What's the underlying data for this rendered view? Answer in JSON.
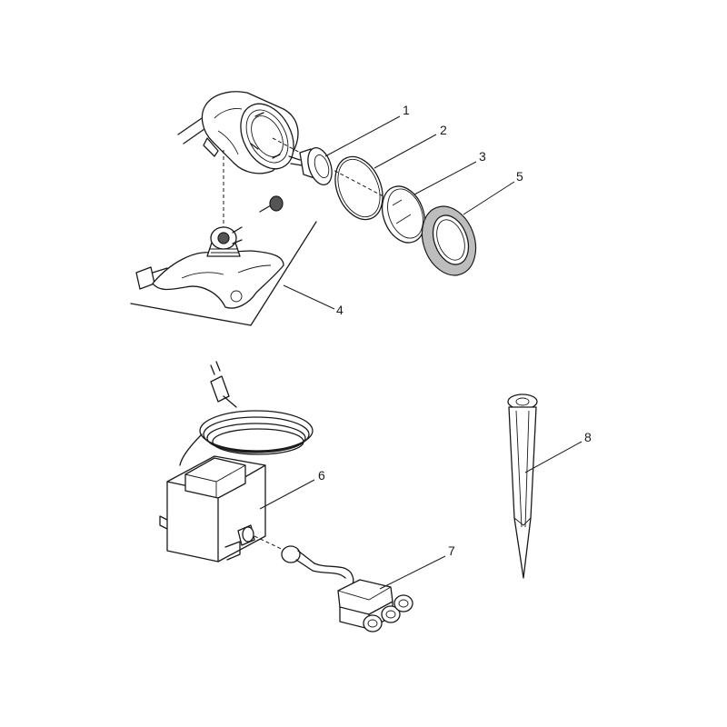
{
  "callouts": {
    "c1": "1",
    "c2": "2",
    "c3": "3",
    "c4": "4",
    "c5": "5",
    "c6": "6",
    "c7": "7",
    "c8": "8"
  },
  "parts": [
    {
      "id": "1",
      "icon": "lamp-bulb-icon"
    },
    {
      "id": "2",
      "icon": "seal-ring-icon"
    },
    {
      "id": "3",
      "icon": "glass-lens-icon"
    },
    {
      "id": "4",
      "icon": "base-bracket-icon"
    },
    {
      "id": "5",
      "icon": "front-ring-icon"
    },
    {
      "id": "6",
      "icon": "transformer-icon"
    },
    {
      "id": "7",
      "icon": "distributor-icon"
    },
    {
      "id": "8",
      "icon": "ground-spike-icon"
    }
  ]
}
